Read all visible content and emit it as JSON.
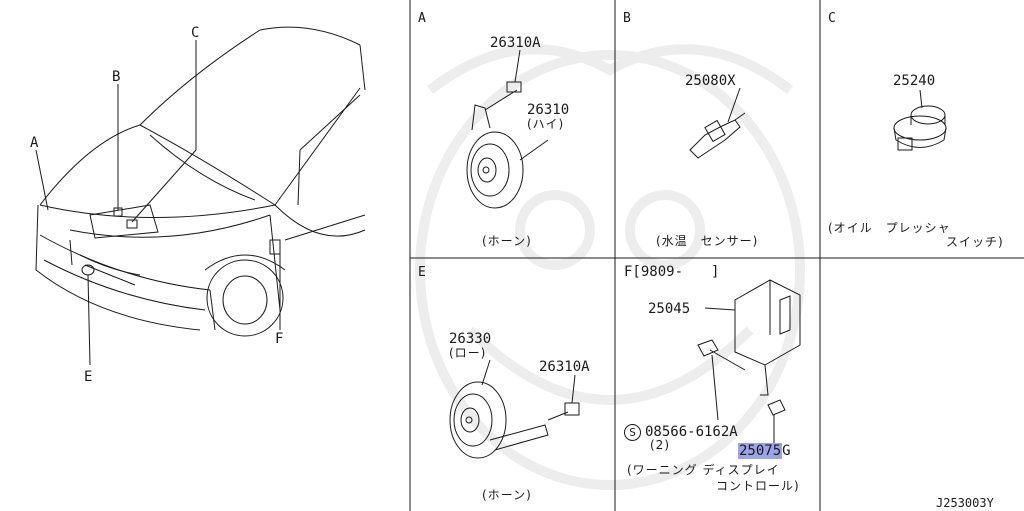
{
  "car": {
    "callouts": {
      "a": "A",
      "b": "B",
      "c": "C",
      "e": "E",
      "f": "F"
    }
  },
  "panel_a": {
    "letter": "A",
    "bolt_part": "26310A",
    "horn_part": "26310",
    "horn_variant": "(ハイ)",
    "caption": "(ホーン)"
  },
  "panel_b": {
    "letter": "B",
    "part": "25080X",
    "caption": "(水温　センサー)"
  },
  "panel_c": {
    "letter": "C",
    "part": "25240",
    "caption_line1": "(オイル　プレッシャ",
    "caption_line2": "スイッチ)"
  },
  "panel_e": {
    "letter": "E",
    "horn_part": "26330",
    "horn_variant": "(ロー)",
    "bolt_part": "26310A",
    "caption": "(ホーン)"
  },
  "panel_f": {
    "header": "F[9809-　　]",
    "unit_part": "25045",
    "screw_symbol": "S",
    "screw_part": "08566-6162A",
    "screw_qty": "(2)",
    "bulb_part_highlight": "25075",
    "bulb_part_suffix": "G",
    "caption_line1": "(ワーニング ディスプレイ",
    "caption_line2": "コントロール)"
  },
  "diagram_code": "J253003Y",
  "colors": {
    "line": "#1a1a1a",
    "highlight": "#9aa4e6",
    "watermark": "#ececec"
  }
}
